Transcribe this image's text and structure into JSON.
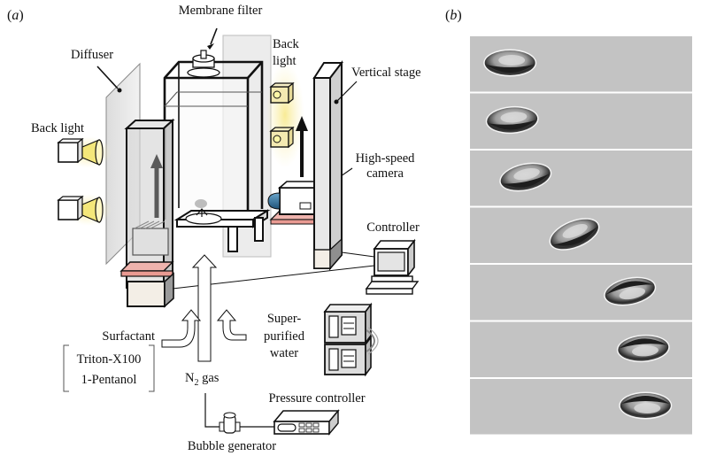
{
  "figure": {
    "panel_a": {
      "label_open": "(",
      "label_letter": "a",
      "label_close": ")",
      "labels": {
        "membrane_filter": "Membrane filter",
        "diffuser": "Diffuser",
        "back_light_top_line1": "Back",
        "back_light_top_line2": "light",
        "back_light_left": "Back light",
        "vertical_stage": "Vertical stage",
        "high_speed_camera_line1": "High-speed",
        "high_speed_camera_line2": "camera",
        "controller": "Controller",
        "surfactant": "Surfactant",
        "surfactant_option_1": "Triton-X100",
        "surfactant_option_2": "1-Pentanol",
        "water_line1": "Super-",
        "water_line2": "purified",
        "water_line3": "water",
        "gas_main": "N",
        "gas_sub": "2",
        "gas_suffix": " gas",
        "pressure_controller": "Pressure controller",
        "bubble_generator": "Bubble generator"
      }
    },
    "panel_b": {
      "label_open": "(",
      "label_letter": "b",
      "label_close": ")",
      "frame_count": 7,
      "frames_description": "Sequential high-speed camera frames of a rising ellipsoidal bubble drifting left to right",
      "bubble_positions_fraction": [
        0.18,
        0.19,
        0.25,
        0.47,
        0.72,
        0.78,
        0.79
      ]
    },
    "colors": {
      "frame_bg": "#c3c3c3",
      "stage_fill": "#d9d9d9",
      "stage_dark": "#b8b8b8",
      "pink_plate": "#efb3ad",
      "light_glow": "#fbf0b0",
      "lens_yellow": "#f4e77a",
      "camera_lens": "#3e7fa8",
      "base_cream": "#f3eee6"
    }
  }
}
